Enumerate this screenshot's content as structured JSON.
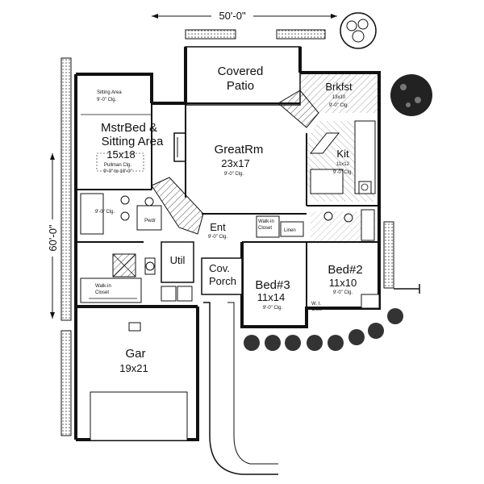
{
  "dimensions": {
    "width": "50'-0\"",
    "depth": "60'-0\""
  },
  "rooms": {
    "covered_patio": {
      "line1": "Covered",
      "line2": "Patio"
    },
    "brkfst": {
      "name": "Brkfst",
      "size": "13x10",
      "note": "9'-0\" Clg."
    },
    "master": {
      "line1": "MstrBed &",
      "line2": "Sitting Area",
      "size": "15x18",
      "note1": "Pullman Clg.",
      "note2": "9'-0\" to 10'-0\""
    },
    "sitting_note": {
      "line1": "Sitting Area",
      "line2": "9'-0\" Clg."
    },
    "greatrm": {
      "name": "GreatRm",
      "size": "23x17",
      "note": "9'-0\" Clg."
    },
    "kit": {
      "name": "Kit",
      "size": "11x12",
      "note": "9'-0\" Clg."
    },
    "ent": {
      "name": "Ent",
      "note": "9'-0\" Clg."
    },
    "pwdr": {
      "name": "Pwdr"
    },
    "bath_note": {
      "note": "9'-0\" Clg."
    },
    "util": {
      "name": "Util"
    },
    "cov_porch": {
      "line1": "Cov.",
      "line2": "Porch"
    },
    "bed3": {
      "name": "Bed#3",
      "size": "11x14",
      "note": "9'-0\" Clg."
    },
    "bed2": {
      "name": "Bed#2",
      "size": "11x10",
      "note": "9'-0\" Clg."
    },
    "walkin_master": {
      "line1": "Walk-in",
      "line2": "Closet"
    },
    "walkin_bed3": {
      "line1": "Walk-in",
      "line2": "Closet"
    },
    "linen": {
      "name": "Linen"
    },
    "wi_clos": {
      "line1": "W. I.",
      "line2": "Clos."
    },
    "gar": {
      "name": "Gar",
      "size": "19x21"
    }
  }
}
